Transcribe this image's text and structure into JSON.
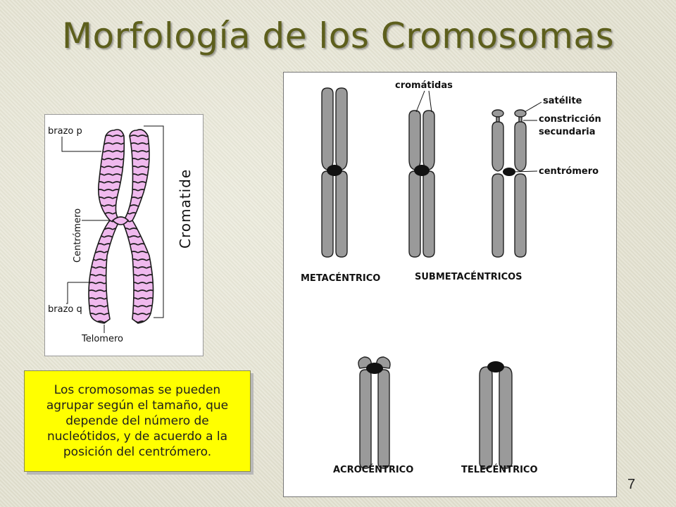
{
  "slide": {
    "title": "Morfología de los Cromosomas",
    "page_number": "7",
    "callout_text": "Los cromosomas se pueden agrupar según el tamaño, que depende del número de nucleótidos, y de acuerdo a la posición  del centrómero."
  },
  "left_diagram": {
    "labels": {
      "brazo_p": "brazo p",
      "centromero": "Centrómero",
      "cromatide": "Cromatide",
      "brazo_q": "brazo q",
      "telomero": "Telomero"
    },
    "colors": {
      "band": "#f0b9ee",
      "outline": "#1a1a1a"
    }
  },
  "right_diagram": {
    "labels": {
      "cromatidas": "cromátidas",
      "satelite": "satélite",
      "constriccion": "constricción",
      "secundaria": "secundaria",
      "centromero": "centrómero",
      "metacentrico": "METACÉNTRICO",
      "submetacentricos": "SUBMETACÉNTRICOS",
      "acrocentrico": "ACROCÉNTRICO",
      "telecentrico": "TELECÉNTRICO"
    },
    "colors": {
      "chromatid": "#9a9a9a",
      "centromere": "#111111"
    }
  },
  "colors": {
    "title": "#5d5f1c",
    "callout_bg": "#ffff00"
  }
}
